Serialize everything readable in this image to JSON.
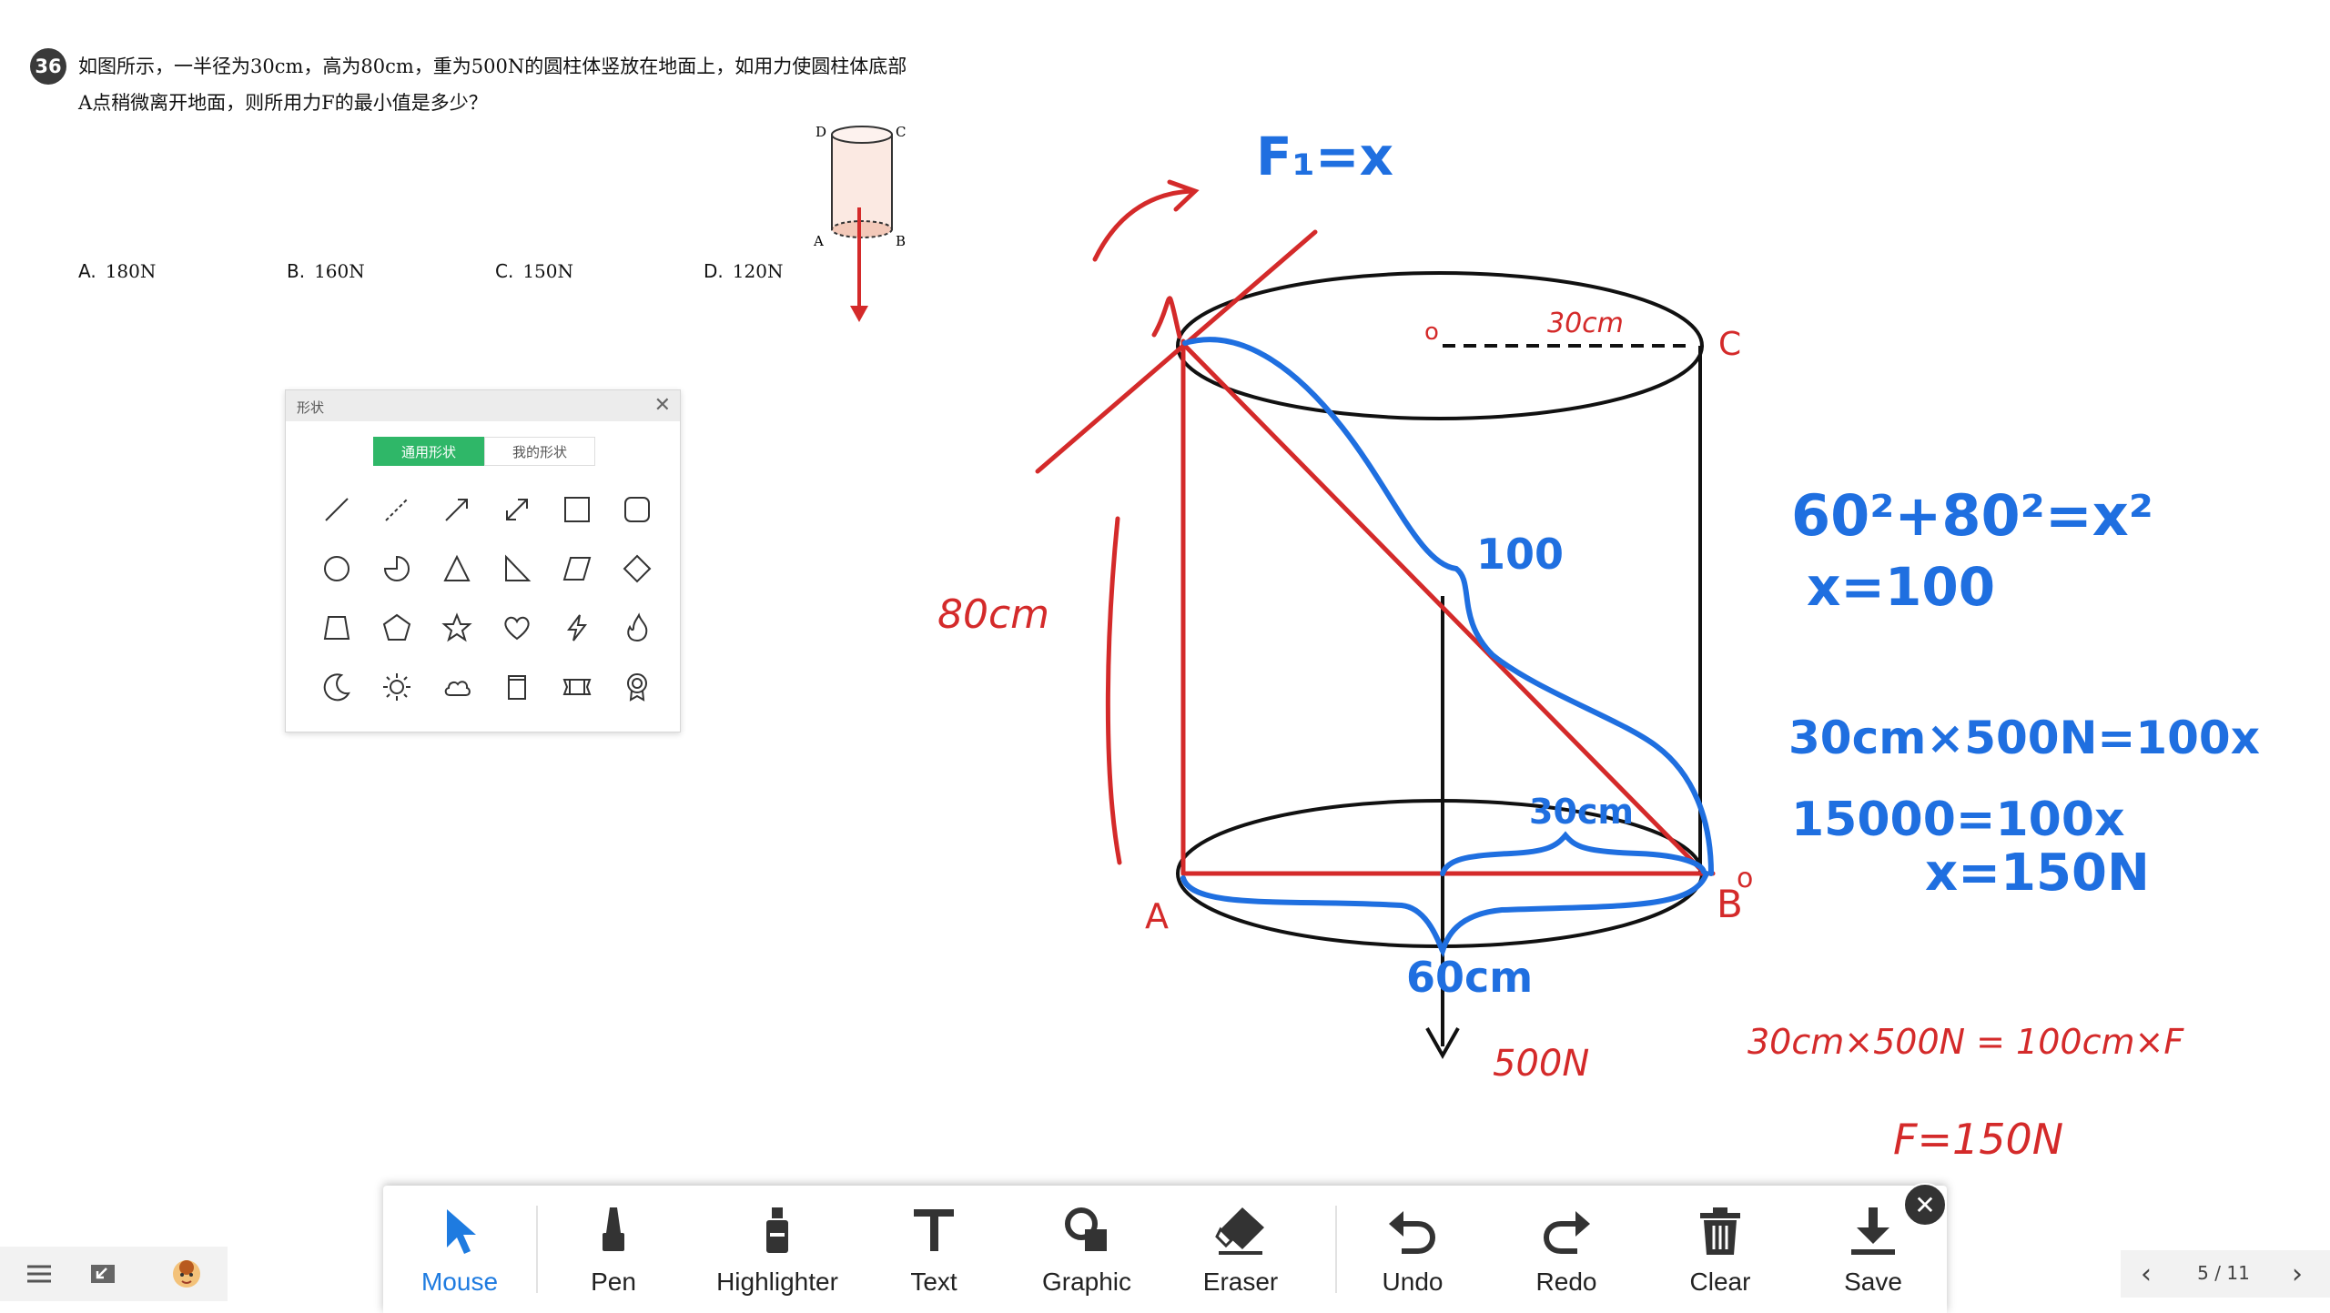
{
  "question": {
    "number": "36",
    "line1": "如图所示，一半径为30cm，高为80cm，重为500N的圆柱体竖放在地面上，如用力使圆柱体底部",
    "line2": "A点稍微离开地面，则所用力F的最小值是多少？",
    "options": [
      {
        "key": "A.",
        "text": "180N"
      },
      {
        "key": "B.",
        "text": "160N"
      },
      {
        "key": "C.",
        "text": "150N"
      },
      {
        "key": "D.",
        "text": "120N"
      }
    ],
    "figure_labels": {
      "d": "D",
      "c": "C",
      "a": "A",
      "b": "B"
    }
  },
  "handwriting": {
    "f1": "F₁=x",
    "o_top": "o",
    "r_top": "30cm",
    "c_label": "C",
    "height": "80cm",
    "hyp": "100",
    "r_bottom": "30cm",
    "a_label": "A",
    "b_label": "B",
    "o_bottom": "o",
    "diameter": "60cm",
    "weight": "500N",
    "eq1": "60²+80²=x²",
    "eq2": "x=100",
    "eq3": "30cm×500N=100x",
    "eq4": "15000=100x",
    "eq5": "x=150N",
    "eq6": "30cm×500N = 100cm×F",
    "eq7": "F=150N"
  },
  "shape_panel": {
    "title": "形状",
    "tabs": [
      "通用形状",
      "我的形状"
    ],
    "active_tab": 0,
    "shapes": [
      "line",
      "dashed-line",
      "arrow",
      "double-arrow",
      "square",
      "rounded-square",
      "circle",
      "pie",
      "triangle",
      "right-triangle",
      "parallelogram",
      "diamond",
      "trapezoid",
      "pentagon",
      "star",
      "heart",
      "lightning",
      "flame",
      "moon",
      "sun",
      "cloud",
      "scroll",
      "banner",
      "medal"
    ]
  },
  "toolbar": {
    "tools": [
      {
        "id": "mouse",
        "label": "Mouse",
        "icon": "cursor-icon"
      },
      {
        "id": "pen",
        "label": "Pen",
        "icon": "pen-icon"
      },
      {
        "id": "highlighter",
        "label": "Highlighter",
        "icon": "highlighter-icon"
      },
      {
        "id": "text",
        "label": "Text",
        "icon": "text-icon"
      },
      {
        "id": "graphic",
        "label": "Graphic",
        "icon": "graphic-icon"
      },
      {
        "id": "eraser",
        "label": "Eraser",
        "icon": "eraser-icon"
      },
      {
        "id": "undo",
        "label": "Undo",
        "icon": "undo-icon"
      },
      {
        "id": "redo",
        "label": "Redo",
        "icon": "redo-icon"
      },
      {
        "id": "clear",
        "label": "Clear",
        "icon": "trash-icon"
      },
      {
        "id": "save",
        "label": "Save",
        "icon": "download-icon"
      }
    ],
    "active": "mouse",
    "accent": "#1e7be0"
  },
  "pagination": {
    "current": 5,
    "total": 11,
    "label": "5 / 11"
  },
  "colors": {
    "red_ink": "#d42a2a",
    "blue_ink": "#1f6fe0",
    "black_ink": "#111111",
    "panel_tab_active": "#2fb768"
  }
}
